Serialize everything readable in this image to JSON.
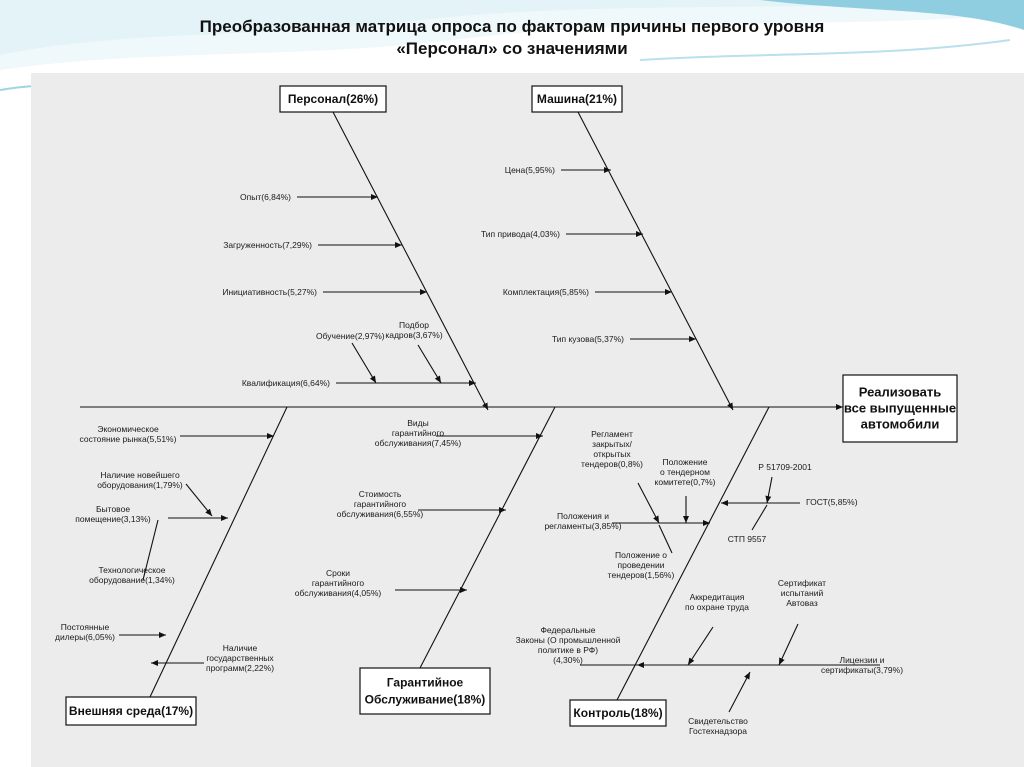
{
  "title": {
    "line1": "Преобразованная матрица опроса по факторам причины первого уровня",
    "line2": "«Персонал» со значениями"
  },
  "effect": [
    "Реализовать",
    "все выпущенные",
    "автомобили"
  ],
  "categories": [
    {
      "id": "personnel",
      "label": "Персонал(26%)"
    },
    {
      "id": "machine",
      "label": "Машина(21%)"
    },
    {
      "id": "environment",
      "label": "Внешняя среда(17%)"
    },
    {
      "id": "warranty",
      "label": [
        "Гарантийное",
        "Обслуживание(18%)"
      ]
    },
    {
      "id": "control",
      "label": "Контроль(18%)"
    }
  ],
  "causes": {
    "personnel": [
      {
        "id": "opyt",
        "label": [
          "Опыт(6,84%)"
        ]
      },
      {
        "id": "zagruzh",
        "label": [
          "Загруженность(7,29%)"
        ]
      },
      {
        "id": "initiat",
        "label": [
          "Инициативность(5,27%)"
        ]
      },
      {
        "id": "kvalif",
        "label": [
          "Квалификация(6,64%)"
        ]
      },
      {
        "id": "obuch",
        "label": [
          "Обучение(2,97%)"
        ]
      },
      {
        "id": "podbor",
        "label": [
          "Подбор",
          "кадров(3,67%)"
        ]
      }
    ],
    "machine": [
      {
        "id": "cena",
        "label": [
          "Цена(5,95%)"
        ]
      },
      {
        "id": "privod",
        "label": [
          "Тип привода(4,03%)"
        ]
      },
      {
        "id": "komplekt",
        "label": [
          "Комплектация(5,85%)"
        ]
      },
      {
        "id": "kuzov",
        "label": [
          "Тип кузова(5,37%)"
        ]
      }
    ],
    "environment": [
      {
        "id": "econ",
        "label": [
          "Экономическое",
          "состояние рынка(5,51%)"
        ]
      },
      {
        "id": "novoe",
        "label": [
          "Наличие новейшего",
          "оборудования(1,79%)"
        ]
      },
      {
        "id": "bytovoe",
        "label": [
          "Бытовое",
          "помещение(3,13%)"
        ]
      },
      {
        "id": "tehnol",
        "label": [
          "Технологическое",
          "оборудование(1,34%)"
        ]
      },
      {
        "id": "dilery",
        "label": [
          "Постоянные",
          "дилеры(6,05%)"
        ]
      },
      {
        "id": "gosprog",
        "label": [
          "Наличие",
          "государственных",
          "программ(2,22%)"
        ]
      }
    ],
    "warranty": [
      {
        "id": "vidy",
        "label": [
          "Виды",
          "гарантийного",
          "обслуживания(7,45%)"
        ]
      },
      {
        "id": "stoim",
        "label": [
          "Стоимость",
          "гарантийного",
          "обслуживания(6,55%)"
        ]
      },
      {
        "id": "sroki",
        "label": [
          "Сроки",
          "гарантийного",
          "обслуживания(4,05%)"
        ]
      }
    ],
    "control": [
      {
        "id": "reglament",
        "label": [
          "Регламент",
          "закрытых/",
          "открытых",
          "тендеров(0,8%)"
        ]
      },
      {
        "id": "polkom",
        "label": [
          "Положение",
          "о тендерном",
          "комитете(0,7%)"
        ]
      },
      {
        "id": "polreg",
        "label": [
          "Положения и",
          "регламенты(3,85%)"
        ]
      },
      {
        "id": "polprov",
        "label": [
          "Положение о",
          "проведении",
          "тендеров(1,56%)"
        ]
      },
      {
        "id": "r51709",
        "label": [
          "Р 51709-2001"
        ]
      },
      {
        "id": "gost",
        "label": [
          "ГОСТ(5,85%)"
        ]
      },
      {
        "id": "stp",
        "label": [
          "СТП 9557"
        ]
      },
      {
        "id": "fedzak",
        "label": [
          "Федеральные",
          "Законы (О промышленной",
          "политике в РФ)",
          "(4,30%)"
        ]
      },
      {
        "id": "akkred",
        "label": [
          "Аккредитация",
          "по охране труда"
        ]
      },
      {
        "id": "sertif",
        "label": [
          "Сертификат",
          "испытаний",
          "Автоваз"
        ]
      },
      {
        "id": "licenz",
        "label": [
          "Лицензии и",
          "сертификаты(3,79%)"
        ]
      },
      {
        "id": "svidet",
        "label": [
          "Свидетельство",
          "Гостехнадзора"
        ]
      }
    ]
  }
}
